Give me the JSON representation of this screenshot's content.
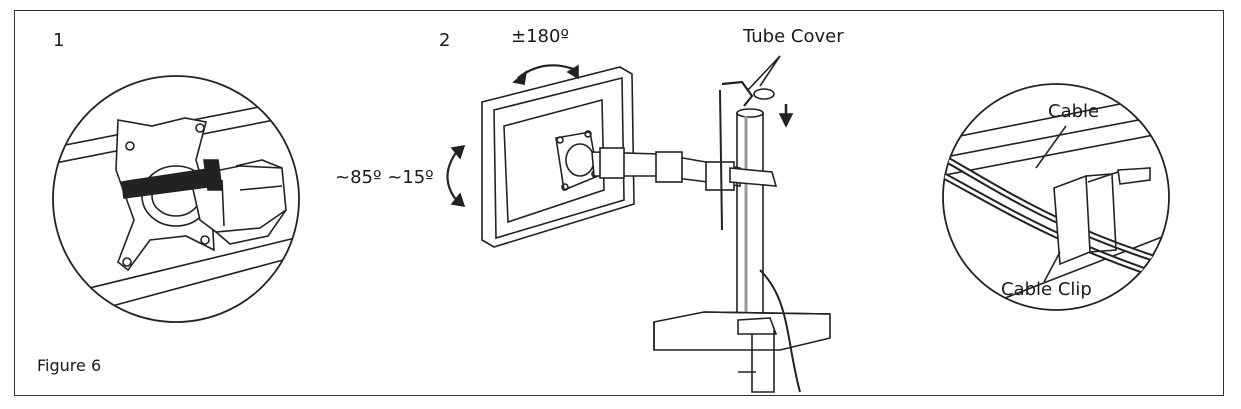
{
  "figure": {
    "caption": "Figure 6"
  },
  "steps": [
    "1",
    "2"
  ],
  "labels": {
    "rotation": "±180º",
    "tilt": "~85º ~15º",
    "tube_cover": "Tube Cover",
    "cable": "Cable",
    "cable_clip": "Cable Clip"
  }
}
